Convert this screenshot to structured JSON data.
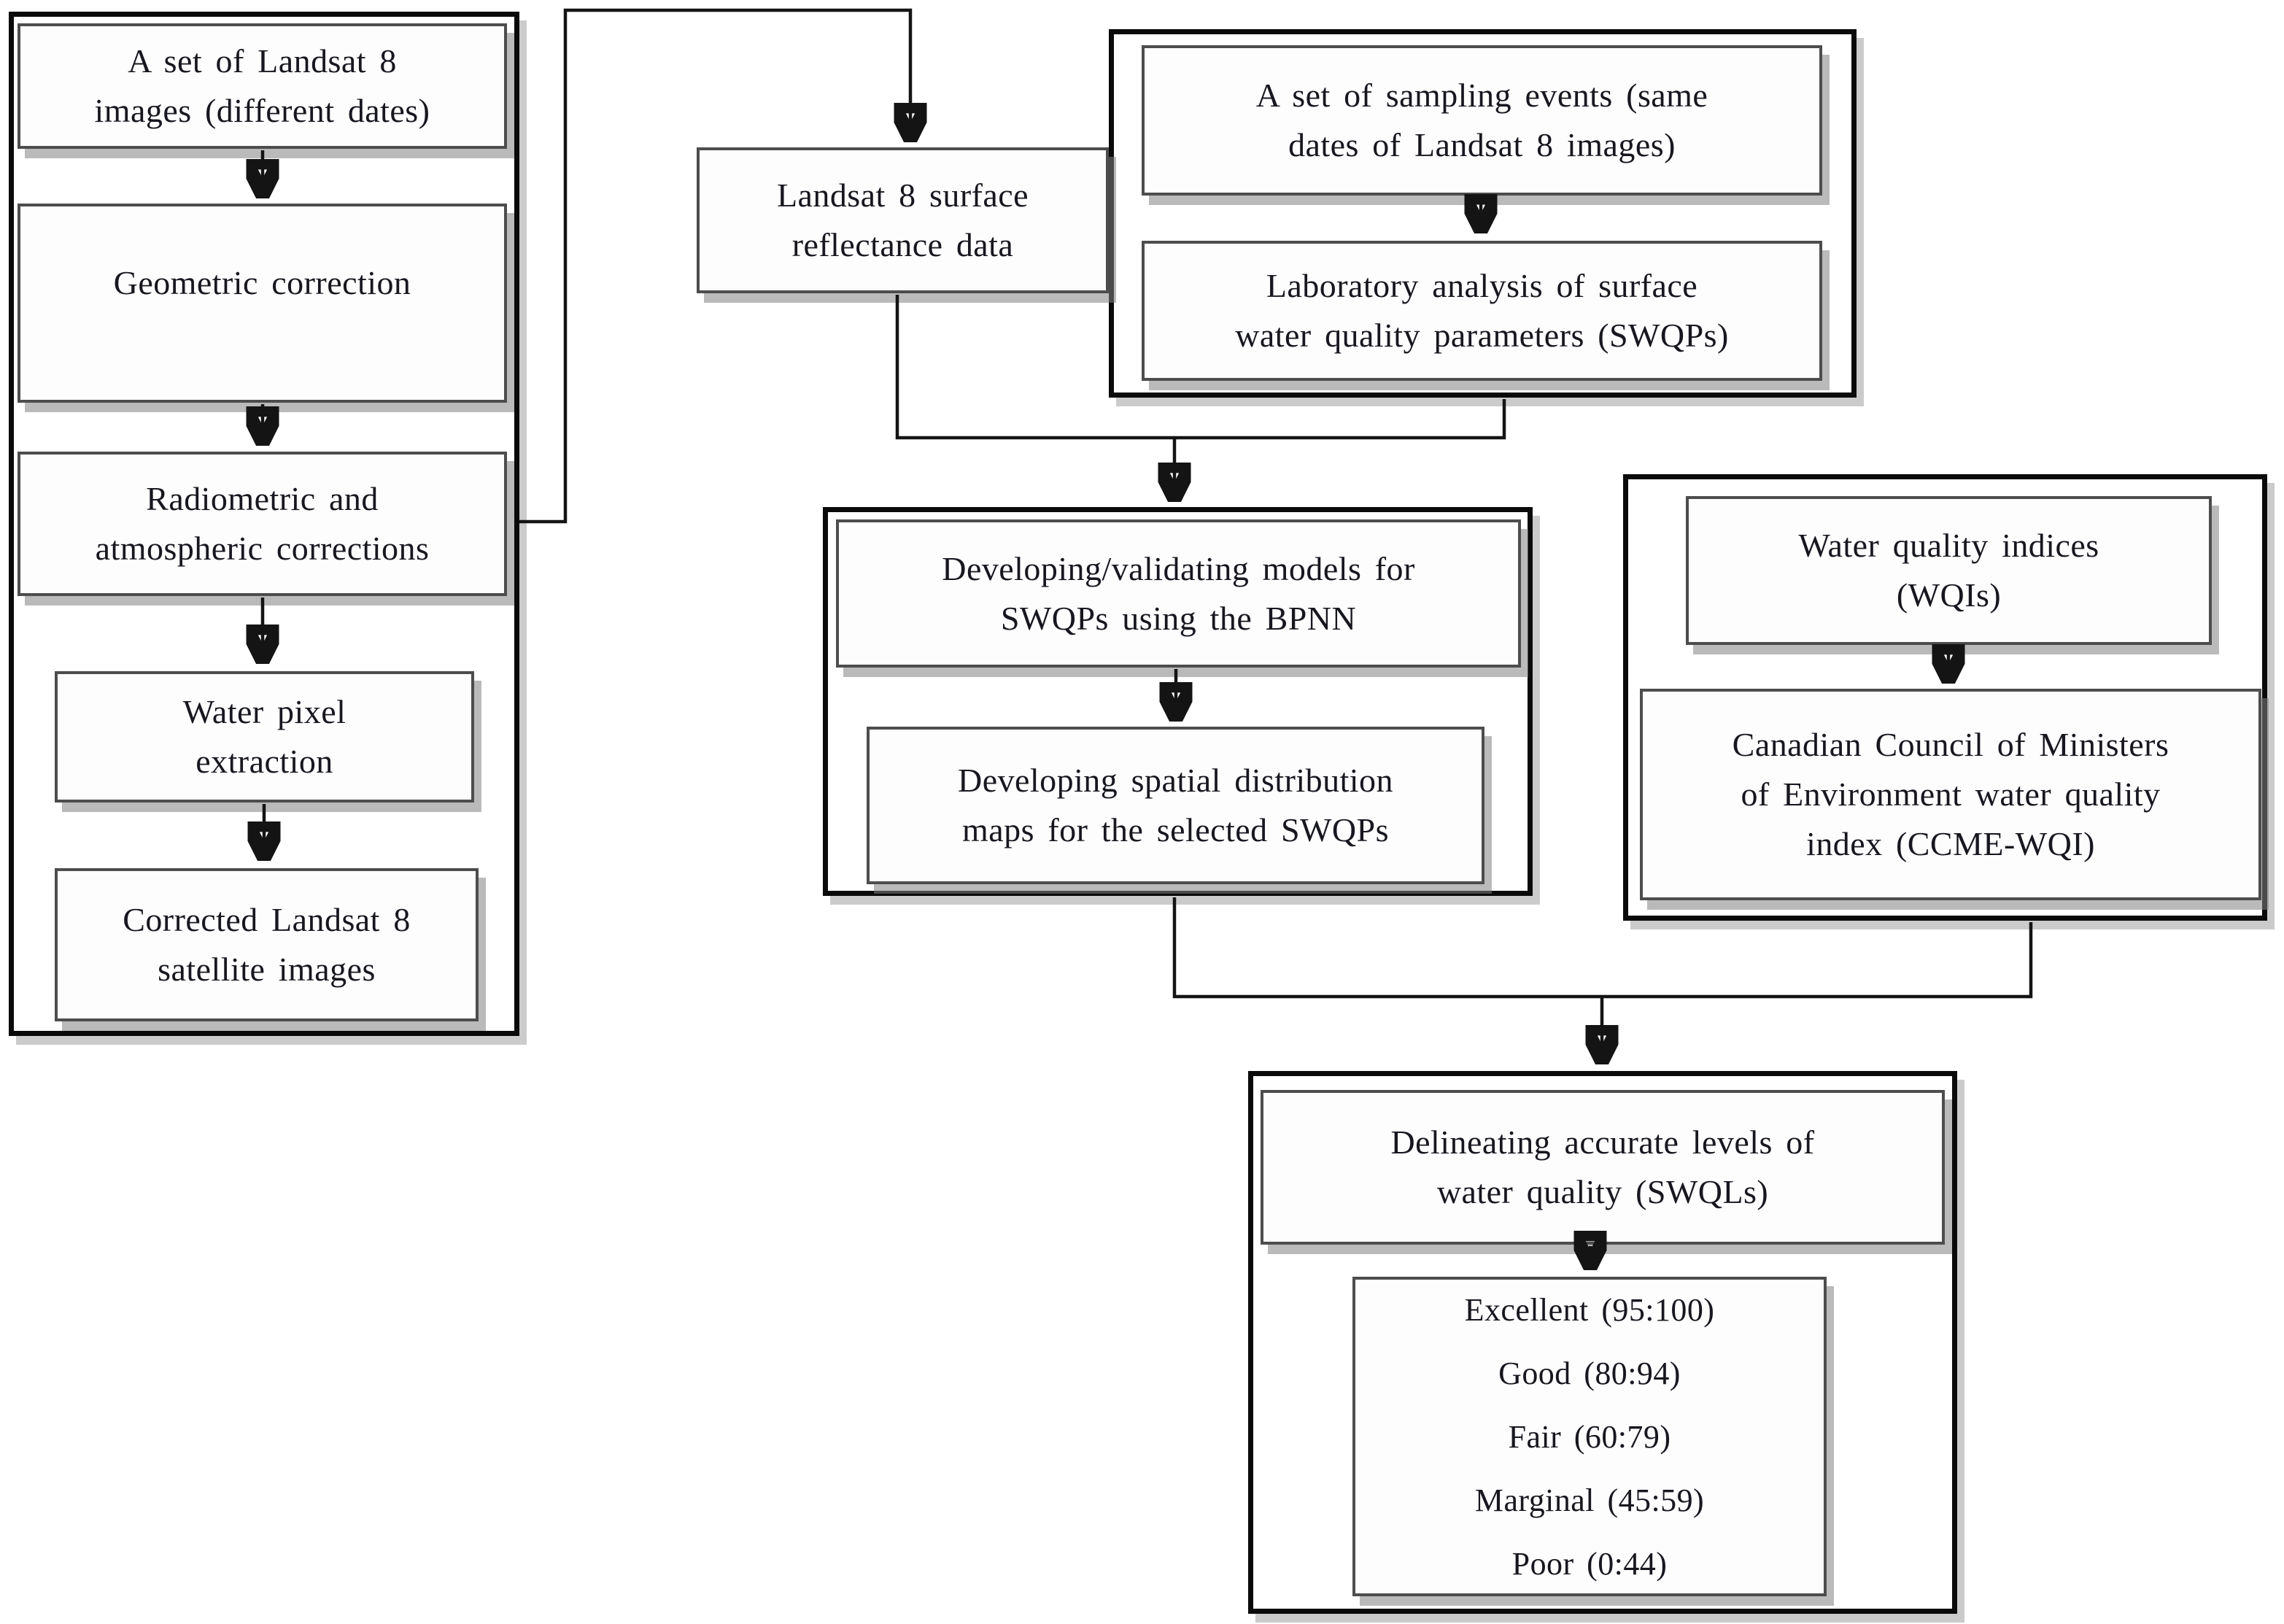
{
  "nodes": {
    "landsat_images": {
      "lines": [
        "A set of Landsat 8",
        "images (different dates)"
      ]
    },
    "geometric_correction": {
      "lines": [
        "Geometric correction"
      ]
    },
    "radiometric": {
      "lines": [
        "Radiometric and",
        "atmospheric corrections"
      ]
    },
    "water_pixel": {
      "lines": [
        "Water pixel",
        "extraction"
      ]
    },
    "corrected_images": {
      "lines": [
        "Corrected Landsat 8",
        "satellite images"
      ]
    },
    "surface_reflectance": {
      "lines": [
        "Landsat 8 surface",
        "reflectance data"
      ]
    },
    "sampling_events": {
      "lines": [
        "A set of sampling events (same",
        "dates of Landsat 8 images)"
      ]
    },
    "lab_analysis": {
      "lines": [
        "Laboratory analysis of surface",
        "water quality parameters (SWQPs)"
      ]
    },
    "developing_models": {
      "lines": [
        "Developing/validating models for",
        "SWQPs using the BPNN"
      ]
    },
    "spatial_maps": {
      "lines": [
        "Developing spatial distribution",
        "maps for the selected SWQPs"
      ]
    },
    "wqi": {
      "lines": [
        "Water quality indices",
        "(WQIs)"
      ]
    },
    "ccme": {
      "lines": [
        "Canadian Council of Ministers",
        "of Environment water quality",
        "index (CCME-WQI)"
      ]
    },
    "delineating": {
      "lines": [
        "Delineating accurate levels of",
        "water quality (SWQLs)"
      ]
    },
    "quality_levels": {
      "lines": [
        "Excellent (95:100)",
        "Good (80:94)",
        "Fair (60:79)",
        "Marginal (45:59)",
        "Poor (0:44)"
      ]
    }
  },
  "colors": {
    "background": "#ffffff",
    "text": "#17171f",
    "box_border": "#4d4d4d",
    "container_border": "#0a0a0a",
    "connector": "#141414",
    "shadow": "#a0a0a0"
  }
}
